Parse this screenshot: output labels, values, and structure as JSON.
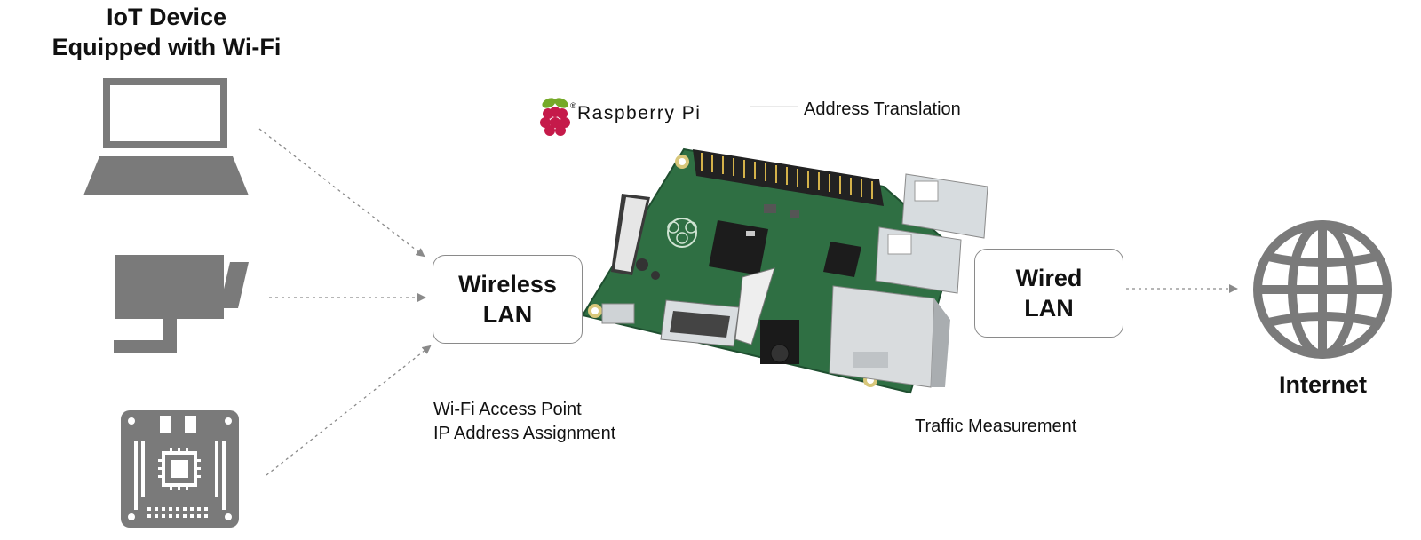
{
  "device_group": {
    "title_line1": "IoT Device",
    "title_line2": "Equipped with Wi-Fi",
    "devices": [
      "laptop-icon",
      "monitor-icon",
      "circuit-board-icon"
    ]
  },
  "wireless_lan": {
    "line1": "Wireless",
    "line2": "LAN"
  },
  "wired_lan": {
    "line1": "Wired",
    "line2": "LAN"
  },
  "raspberry_pi": {
    "logo_text": "Raspberry Pi",
    "logo_mark": "®"
  },
  "functions": {
    "address_translation": "Address Translation",
    "wifi_access_point": "Wi-Fi Access Point",
    "ip_address_assignment": "IP Address Assignment",
    "traffic_measurement": "Traffic Measurement"
  },
  "internet": {
    "label": "Internet",
    "icon": "globe-icon"
  },
  "colors": {
    "icon_gray": "#7a7a7a",
    "connector_gray": "#8a8a8a",
    "pcb_green": "#2f6f43",
    "raspberry_red": "#c51a4a",
    "leaf_green": "#75a928"
  }
}
